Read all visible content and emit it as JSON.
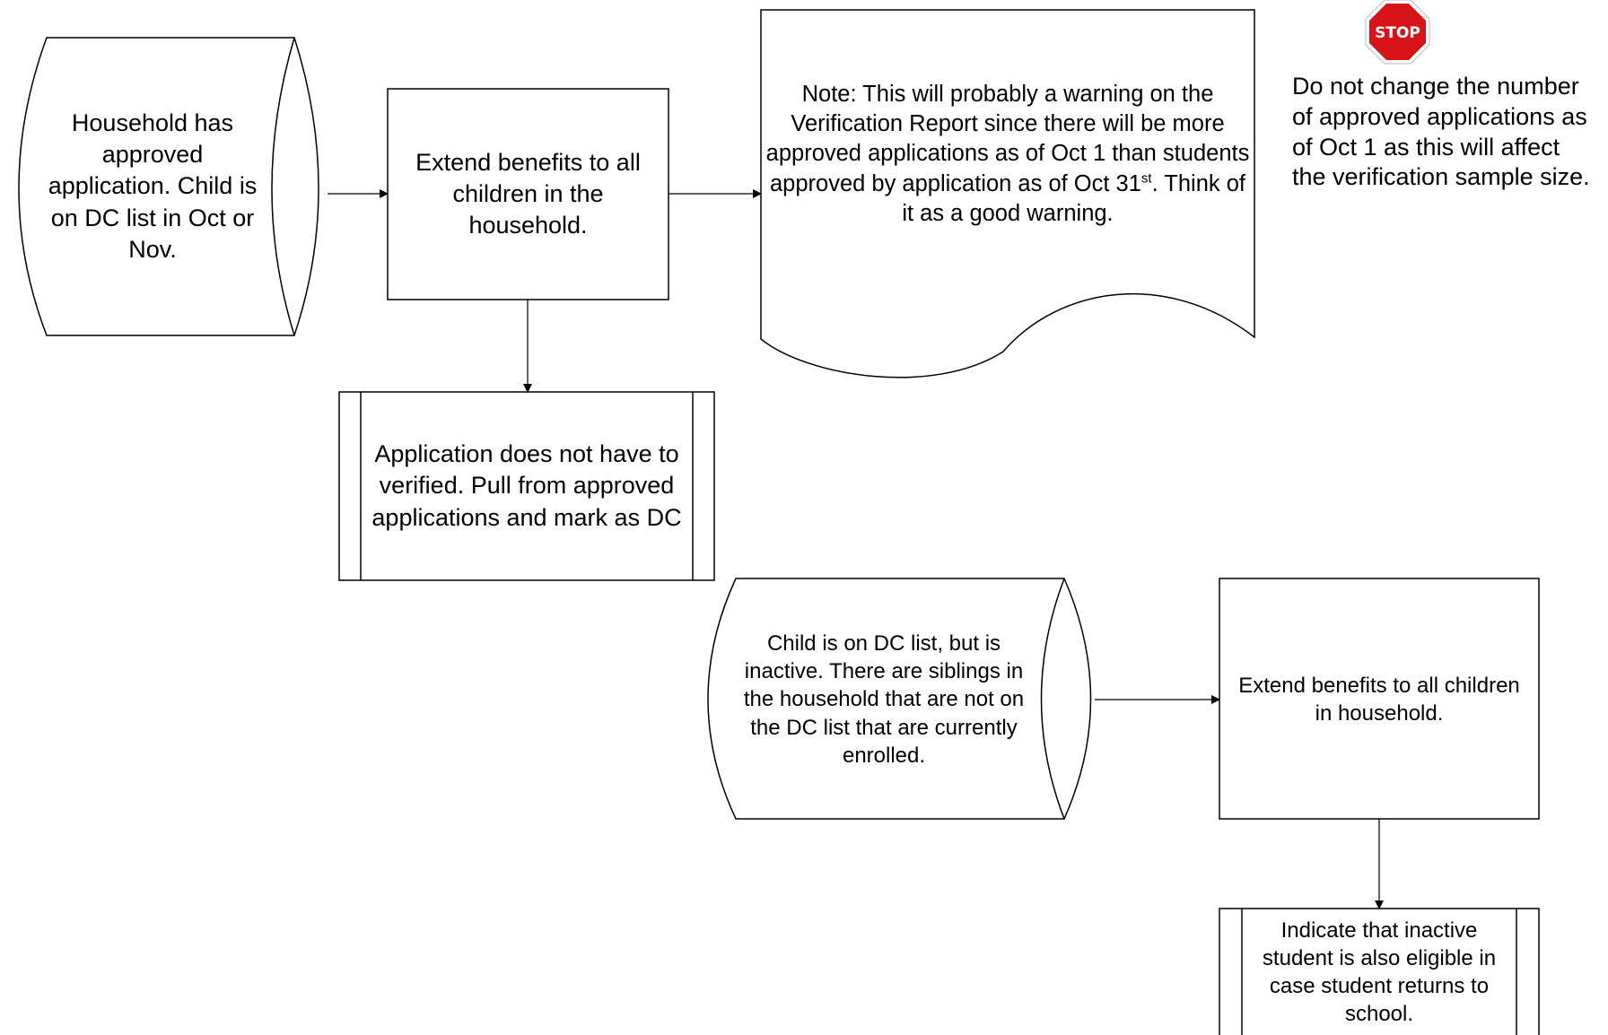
{
  "nodes": {
    "household_approved": "Household has approved application. Child is on DC list in Oct or Nov.",
    "extend_all_children": "Extend benefits to all children in the household.",
    "note": {
      "before_sup": "Note: This will probably a warning on the Verification Report since there will be more approved applications as of Oct 1 than students approved by application as of Oct 31",
      "sup": "st",
      "after_sup": ". Think of it as a good warning."
    },
    "not_verified": "Application does not have to verified. Pull from approved applications and mark as DC",
    "inactive_child": "Child is on DC list, but is inactive. There are siblings in the household that are not on the DC list that are currently enrolled.",
    "extend_household": "Extend benefits to all children in household.",
    "indicate_inactive": "Indicate that inactive student is also eligible in case student returns to school."
  },
  "stop": {
    "sign_label": "STOP",
    "sign_color": "#d8141b",
    "text": "Do not change the number of approved applications as of Oct 1 as this will affect the verification sample size."
  }
}
